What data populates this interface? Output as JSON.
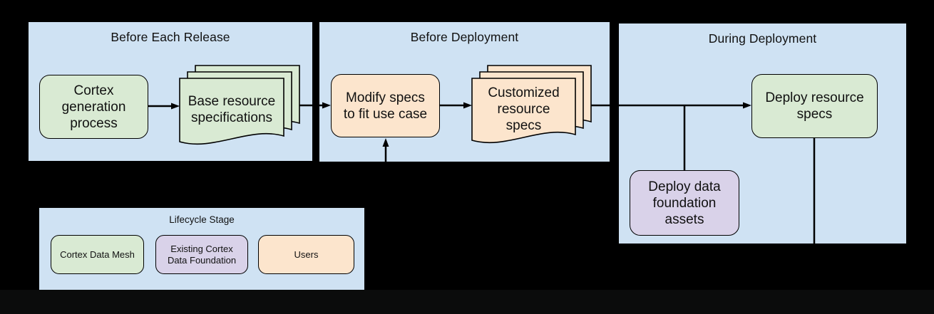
{
  "colors": {
    "canvas": "#000000",
    "footer_strip": "#0b0c0c",
    "panel_fill": "#cfe2f3",
    "green_fill": "#d9ead3",
    "peach_fill": "#fce5cd",
    "purple_fill": "#d9d2e9",
    "shape_border": "#000000",
    "text": "#111111"
  },
  "panels": {
    "before_each_release": {
      "title": "Before Each Release"
    },
    "before_deployment": {
      "title": "Before Deployment"
    },
    "during_deployment": {
      "title": "During Deployment"
    }
  },
  "nodes": {
    "cortex_generation": {
      "label": "Cortex\ngeneration\nprocess",
      "fill": "green"
    },
    "base_resource_specs": {
      "label": "Base resource\nspecifications",
      "fill": "green"
    },
    "modify_specs": {
      "label": "Modify specs\nto fit use case",
      "fill": "peach"
    },
    "customized_specs": {
      "label": "Customized\nresource\nspecs",
      "fill": "peach"
    },
    "deploy_data_foundation": {
      "label": "Deploy data\nfoundation\nassets",
      "fill": "purple"
    },
    "deploy_resource_specs": {
      "label": "Deploy resource\nspecs",
      "fill": "green"
    }
  },
  "legend": {
    "title": "Lifecycle Stage",
    "items": [
      {
        "label": "Cortex Data Mesh",
        "fill": "green"
      },
      {
        "label": "Existing Cortex\nData Foundation",
        "fill": "purple"
      },
      {
        "label": "Users",
        "fill": "peach"
      }
    ]
  }
}
